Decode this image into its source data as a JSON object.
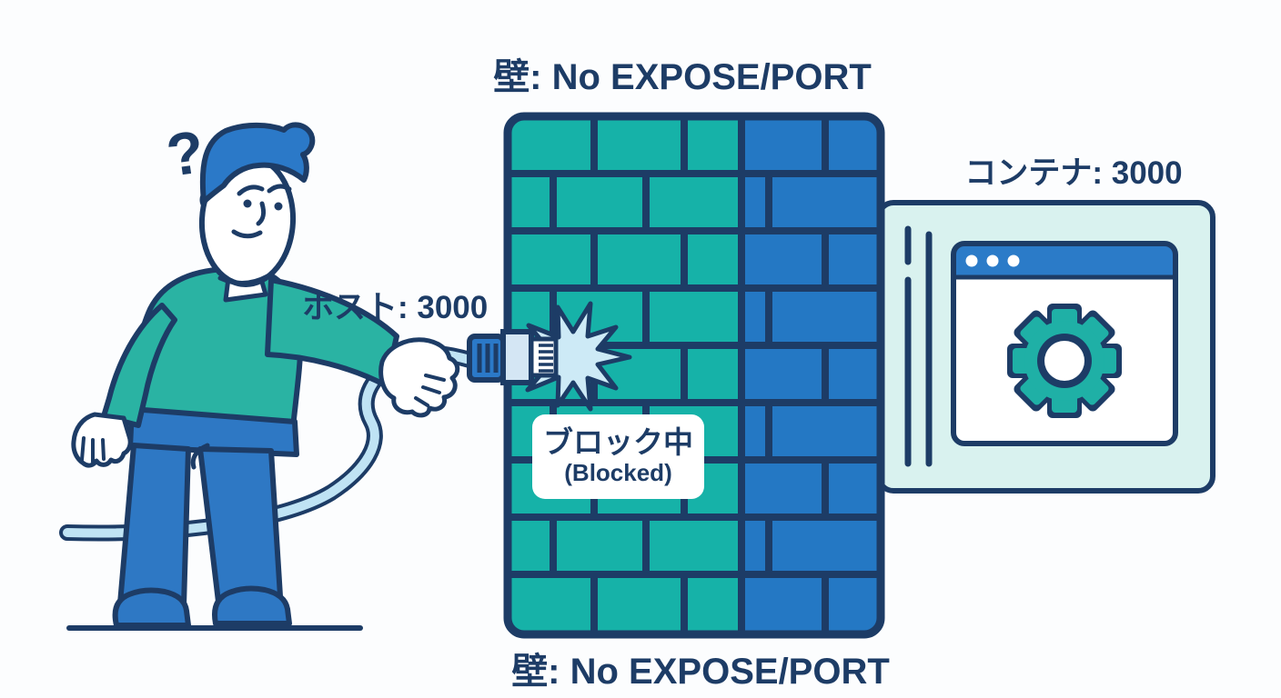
{
  "scene": {
    "wall_label_top": "壁: No EXPOSE/PORT",
    "wall_label_bottom": "壁: No EXPOSE/PORT",
    "host_label": "ホスト: 3000",
    "container_label": "コンテナ: 3000",
    "blocked_jp": "ブロック中",
    "blocked_en": "(Blocked)",
    "question_mark": "?"
  },
  "colors": {
    "background": "#fcfdfe",
    "outline_and_text_navy": "#1d3c66",
    "wall_teal": "#16b2a8",
    "wall_blue": "#2478c4",
    "sweater_teal": "#2ab3a3",
    "pants_and_hair_blue": "#2e78c4",
    "cable_light_blue": "#bfe3f4",
    "spark_light_blue": "#cdeaf6",
    "container_panel_mint": "#d9f2ef",
    "window_titlebar_blue": "#2b7bc8",
    "gear_teal": "#1fb0a6",
    "blocked_badge_white": "#ffffff"
  }
}
